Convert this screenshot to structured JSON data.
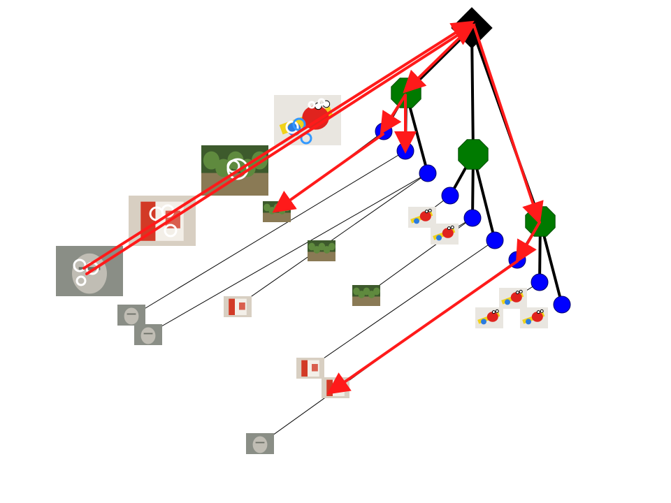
{
  "diagram": {
    "kind": "vocabulary-tree",
    "colors": {
      "root": "#000000",
      "internal_node": "#007a00",
      "leaf_node": "#0000ff",
      "edge": "#000000",
      "link_line": "#000000",
      "query_path": "#ff1a1a",
      "feature_circle_white": "#ffffff",
      "feature_circle_blue": "#3399ff"
    },
    "thumbnail_themes": {
      "face": [
        "#8a8e86",
        "#c9c6bc"
      ],
      "plant": [
        "#3d5a2c",
        "#8a7a55"
      ],
      "box": [
        "#d8cfc2",
        "#d23a26"
      ],
      "toy": [
        "#e9e6e0",
        "#f0d21a"
      ]
    },
    "query_images": [
      {
        "id": "q-toy",
        "theme": "toy"
      },
      {
        "id": "q-plant",
        "theme": "plant"
      },
      {
        "id": "q-box",
        "theme": "box"
      },
      {
        "id": "q-face",
        "theme": "face"
      }
    ],
    "leaf_images": [
      {
        "id": "li-1",
        "theme": "plant"
      },
      {
        "id": "li-2",
        "theme": "face"
      },
      {
        "id": "li-3",
        "theme": "face"
      },
      {
        "id": "li-4",
        "theme": "box"
      },
      {
        "id": "li-5",
        "theme": "plant"
      },
      {
        "id": "li-6",
        "theme": "toy"
      },
      {
        "id": "li-7",
        "theme": "toy"
      },
      {
        "id": "li-8",
        "theme": "plant"
      },
      {
        "id": "li-9",
        "theme": "box"
      },
      {
        "id": "li-10",
        "theme": "box"
      },
      {
        "id": "li-11",
        "theme": "face"
      },
      {
        "id": "li-12",
        "theme": "toy"
      },
      {
        "id": "li-13",
        "theme": "toy"
      },
      {
        "id": "li-14",
        "theme": "toy"
      }
    ]
  }
}
